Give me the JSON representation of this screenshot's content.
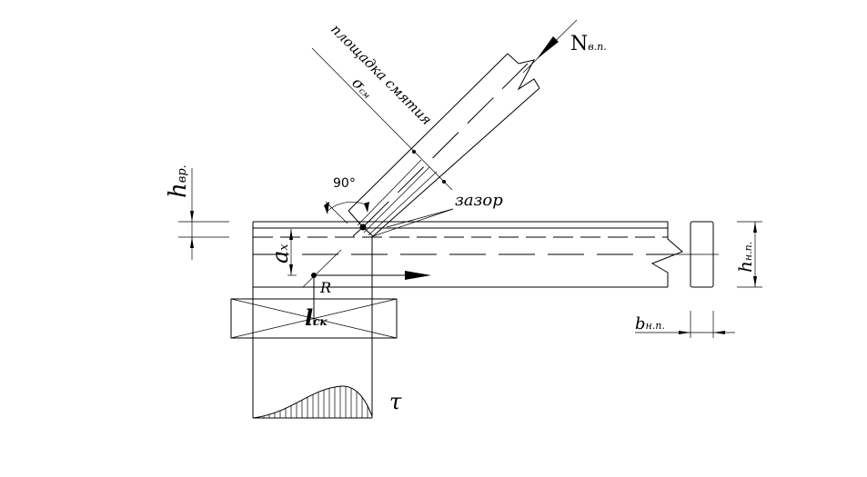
{
  "labels": {
    "force": "N",
    "force_sub": "в.п.",
    "bearing_plane": "площадка смятия",
    "sigma": "σ",
    "sigma_sub": "см",
    "angle": "90°",
    "gap": "зазор",
    "h_vr": "h",
    "h_vr_sub": "вр.",
    "a_x": "a",
    "a_x_sub": "x",
    "reaction": "R",
    "l_sk": "l",
    "l_sk_sub": "ск",
    "tau": "τ",
    "h_np": "h",
    "h_np_sub": "н.п.",
    "b_np": "b",
    "b_np_sub": "н.п."
  }
}
